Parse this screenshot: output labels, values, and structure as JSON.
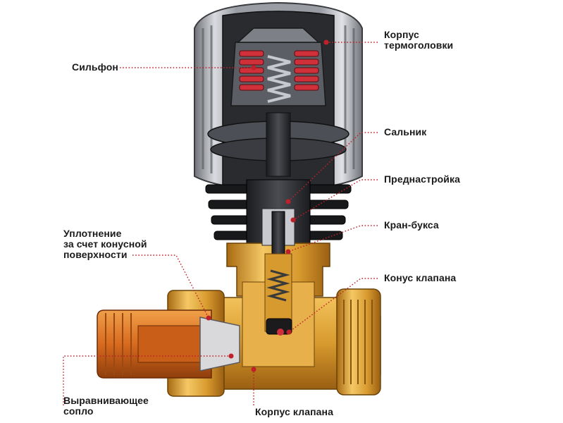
{
  "labels": {
    "bellows": "Сильфон",
    "head_body": "Корпус\nтермоголовки",
    "gland": "Сальник",
    "presetting": "Преднастройка",
    "valve_insert": "Кран-букса",
    "cone_seal": "Уплотнение\nза счет конусной\nповерхности",
    "valve_cone": "Конус клапана",
    "nozzle": "Выравнивающее\nсопло",
    "valve_body": "Корпус клапана"
  },
  "colors": {
    "leader": "#c0202a",
    "label_text": "#1a1a1a",
    "brass": "#d79a2e",
    "brass_dark": "#a86a12",
    "copper": "#d86a1e",
    "head_grey": "#b9bcc2",
    "head_dark": "#2e2f33",
    "spring_red": "#d0303a"
  }
}
